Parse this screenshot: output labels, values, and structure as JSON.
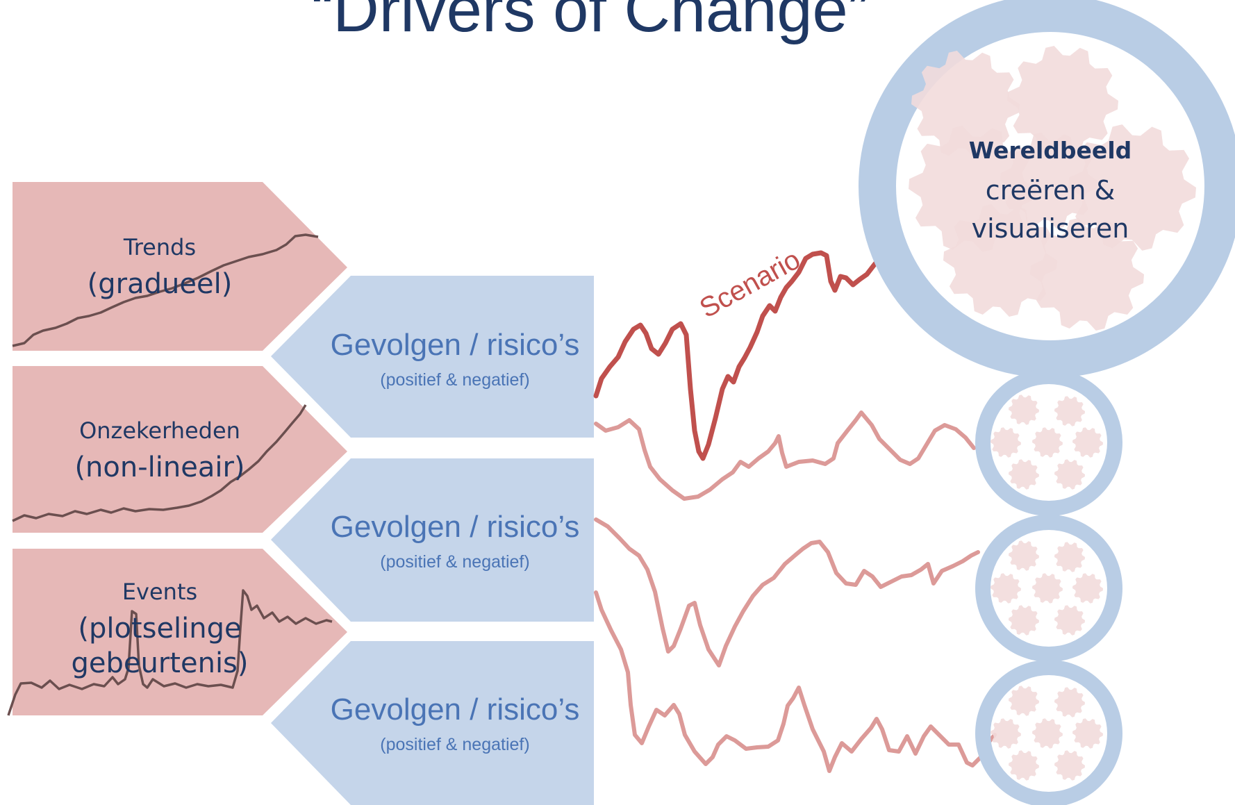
{
  "title": "“Drivers of Change”",
  "drivers": [
    {
      "name": "Trends",
      "sub": "(gradueel)"
    },
    {
      "name": "Onzekerheden",
      "sub": "(non-lineair)"
    },
    {
      "name": "Events",
      "sub": "(plotselinge\ngebeurtenis)"
    }
  ],
  "consequences": [
    {
      "main": "Gevolgen / risico’s",
      "sub": "(positief & negatief)"
    },
    {
      "main": "Gevolgen / risico’s",
      "sub": "(positief & negatief)"
    },
    {
      "main": "Gevolgen / risico’s",
      "sub": "(positief & negatief)"
    }
  ],
  "scenario_label": "Scenario",
  "worldview": {
    "bold": "Wereldbeeld",
    "text": "creëren &\nvisualiseren"
  },
  "colors": {
    "title": "#1f3864",
    "driver_fill": "#e6b8b7",
    "consequence_fill": "#c5d5ea",
    "consequence_text": "#4a74b5",
    "scenario_line": "#c0504d",
    "alt_line": "#dc9a98",
    "ring": "#b9cde5",
    "gear": "#f2dcdb",
    "trend_line": "#6b4f4f"
  }
}
